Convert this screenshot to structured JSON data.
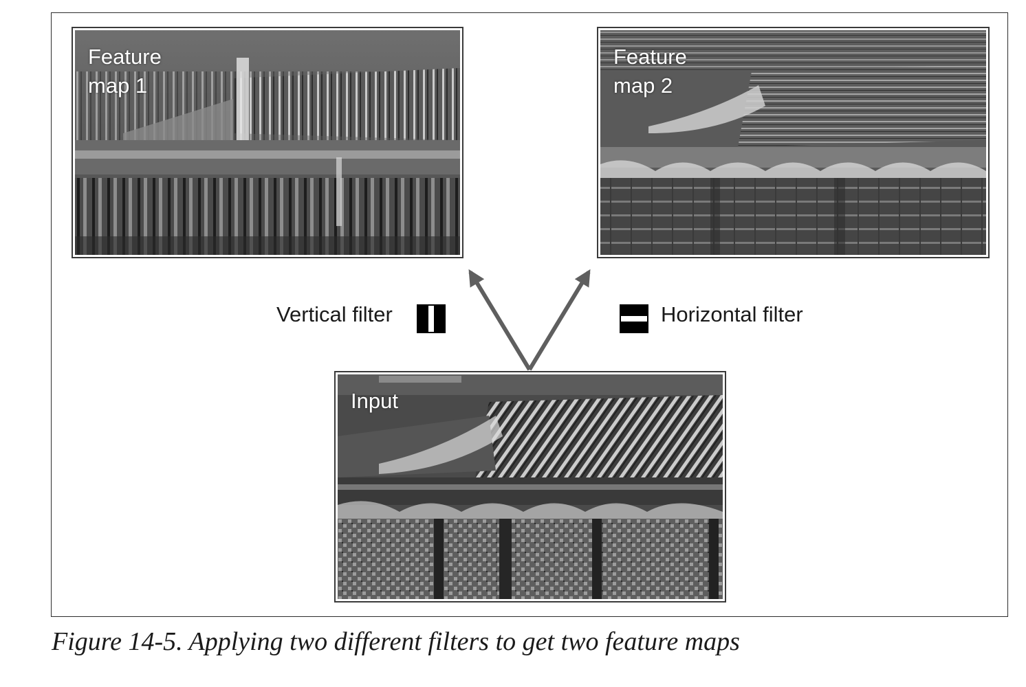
{
  "panels": {
    "feature_map_1": {
      "label": "Feature\nmap 1"
    },
    "feature_map_2": {
      "label": "Feature\nmap 2"
    },
    "input": {
      "label": "Input"
    }
  },
  "filters": {
    "vertical": {
      "label": "Vertical filter",
      "icon": "vertical-filter-icon"
    },
    "horizontal": {
      "label": "Horizontal filter",
      "icon": "horizontal-filter-icon"
    }
  },
  "caption": "Figure 14-5. Applying two different filters to get two feature maps",
  "colors": {
    "arrow": "#5f5f5f",
    "border": "#3a3a3a"
  }
}
